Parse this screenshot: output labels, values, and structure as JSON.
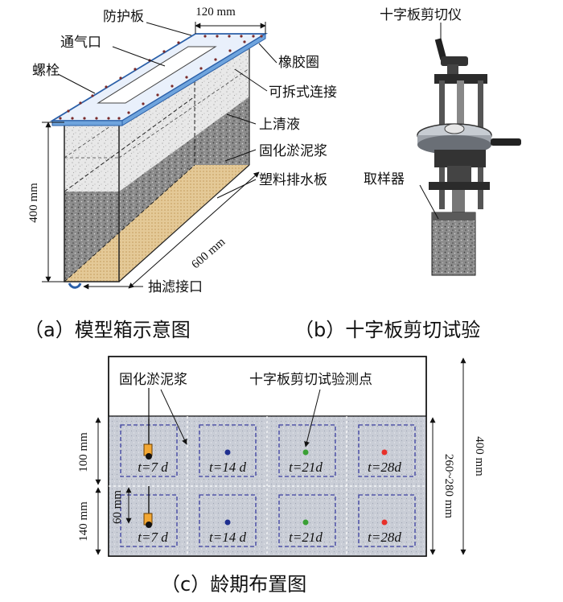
{
  "panel_a": {
    "caption": "（a）模型箱示意图",
    "labels": {
      "protective_plate": "防护板",
      "vent": "通气口",
      "bolt": "螺栓",
      "rubber_ring": "橡胶圈",
      "detachable_connection": "可拆式连接",
      "supernatant": "上清液",
      "solidified_slurry": "固化淤泥浆",
      "drain_board": "塑料排水板",
      "filter_outlet": "抽滤接口"
    },
    "dimensions": {
      "top_width": "120 mm",
      "height": "400 mm",
      "length": "600 mm"
    }
  },
  "panel_b": {
    "caption": "（b）十字板剪切试验",
    "labels": {
      "vane_shear_apparatus": "十字板剪切仪",
      "sampler": "取样器"
    }
  },
  "panel_c": {
    "caption": "（c）龄期布置图",
    "labels": {
      "solidified_slurry": "固化淤泥浆",
      "test_points": "十字板剪切试验测点"
    },
    "dimensions": {
      "total_height": "400 mm",
      "slurry_height": "260~280 mm",
      "row_top": "100 mm",
      "row_bottom": "140 mm",
      "probe_depth": "60 mm"
    },
    "ages_top": [
      "t=7 d",
      "t=14 d",
      "t=21d",
      "t=28d"
    ],
    "ages_bottom": [
      "t=7 d",
      "t=14 d",
      "t=21d",
      "t=28d"
    ],
    "point_colors": [
      "#111111",
      "#1f2f8f",
      "#3aa035",
      "#e8302a"
    ]
  }
}
